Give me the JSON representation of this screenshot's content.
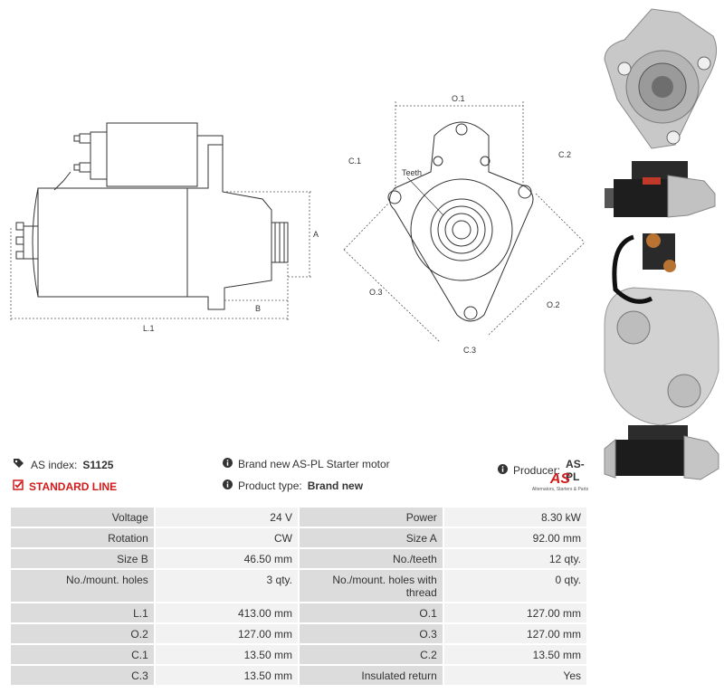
{
  "drawing_labels": {
    "side": {
      "a": "A",
      "b": "B",
      "l1": "L.1"
    },
    "front": {
      "o1": "O.1",
      "o2": "O.2",
      "o3": "O.3",
      "c1": "C.1",
      "c2": "C.2",
      "c3": "C.3",
      "teeth": "Teeth"
    }
  },
  "header": {
    "as_index_label": "AS index:",
    "as_index_value": "S1125",
    "description": "Brand new AS-PL Starter motor",
    "producer_label": "Producer:",
    "producer_value": "AS-PL",
    "line_label": "STANDARD LINE",
    "product_type_label": "Product type:",
    "product_type_value": "Brand new",
    "logo_text": "AS",
    "logo_tagline": "Alternators, Starters & Parts"
  },
  "specs": [
    {
      "k1": "Voltage",
      "v1": "24 V",
      "k2": "Power",
      "v2": "8.30 kW"
    },
    {
      "k1": "Rotation",
      "v1": "CW",
      "k2": "Size A",
      "v2": "92.00 mm"
    },
    {
      "k1": "Size B",
      "v1": "46.50 mm",
      "k2": "No./teeth",
      "v2": "12 qty."
    },
    {
      "k1": "No./mount. holes",
      "v1": "3 qty.",
      "k2": "No./mount. holes with thread",
      "v2": "0 qty."
    },
    {
      "k1": "L.1",
      "v1": "413.00 mm",
      "k2": "O.1",
      "v2": "127.00 mm"
    },
    {
      "k1": "O.2",
      "v1": "127.00 mm",
      "k2": "O.3",
      "v2": "127.00 mm"
    },
    {
      "k1": "C.1",
      "v1": "13.50 mm",
      "k2": "C.2",
      "v2": "13.50 mm"
    },
    {
      "k1": "C.3",
      "v1": "13.50 mm",
      "k2": "Insulated return",
      "v2": "Yes"
    }
  ],
  "colors": {
    "accent_red": "#d11a1a",
    "key_cell": "#dcdcdc",
    "value_cell": "#f2f2f2"
  }
}
